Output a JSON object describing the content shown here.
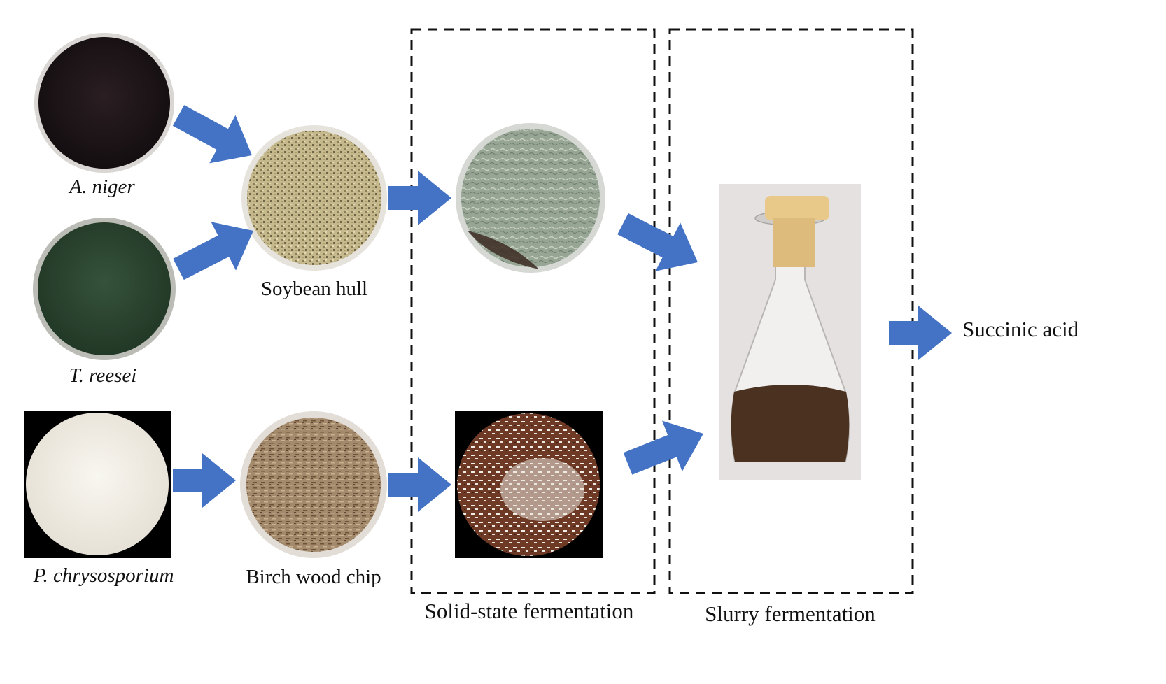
{
  "labels": {
    "a_niger": "A. niger",
    "t_reesei": "T. reesei",
    "p_chrysosporium": "P. chrysosporium",
    "soybean_hull": "Soybean hull",
    "birch_wood_chip": "Birch wood chip",
    "solid_state_fermentation": "Solid-state fermentation",
    "slurry_fermentation": "Slurry fermentation",
    "succinic_acid": "Succinic acid"
  },
  "colors": {
    "arrow": "#4472C4",
    "box_border": "#111111",
    "a_niger_culture": "#1f1719",
    "t_reesei_culture": "#2f4a36",
    "p_chrysosporium_culture": "#f4f1ea",
    "soybean_hull": "#bfb48a",
    "birch_wood_chip": "#9c8064",
    "ssf_soybean": "#8f9d8e",
    "ssf_birch": "#6e3a26",
    "flask_liquid": "#4a3120",
    "sponge_stopper": "#e8c98a"
  },
  "icons": [
    "petri-dish",
    "flow-arrow",
    "erlenmeyer-flask",
    "dashed-box"
  ]
}
